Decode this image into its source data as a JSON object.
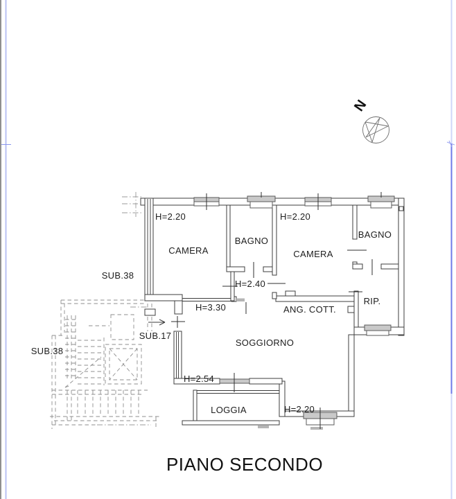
{
  "title": {
    "text": "PIANO SECONDO"
  },
  "compass": {
    "north_label": "N"
  },
  "plan": {
    "room_labels": {
      "camera1": "CAMERA",
      "bagno1": "BAGNO",
      "camera2": "CAMERA",
      "bagno2": "BAGNO",
      "soggiorno": "SOGGIORNO",
      "loggia": "LOGGIA",
      "rip": "RIP.",
      "ang_cott": "ANG. COTT."
    },
    "height_labels": {
      "camera1": "H=2.20",
      "camera2": "H=2.20",
      "disimpegno": "H=2.40",
      "soggiorno": "H=3.30",
      "loggia_door": "H=2.54",
      "loggia": "H=2.20"
    },
    "unit_labels": {
      "sub38_top": "SUB.38",
      "sub38_left": "SUB.38",
      "sub17": "SUB.17"
    }
  },
  "colors": {
    "line": "#3c3c3c",
    "dash_gray": "#8d8d8d",
    "window_fill": "#c9c9c9",
    "frame_gray": "#8f8f8f",
    "frame_blue_light": "#c7cef7",
    "frame_blue": "#6e7ae8"
  }
}
